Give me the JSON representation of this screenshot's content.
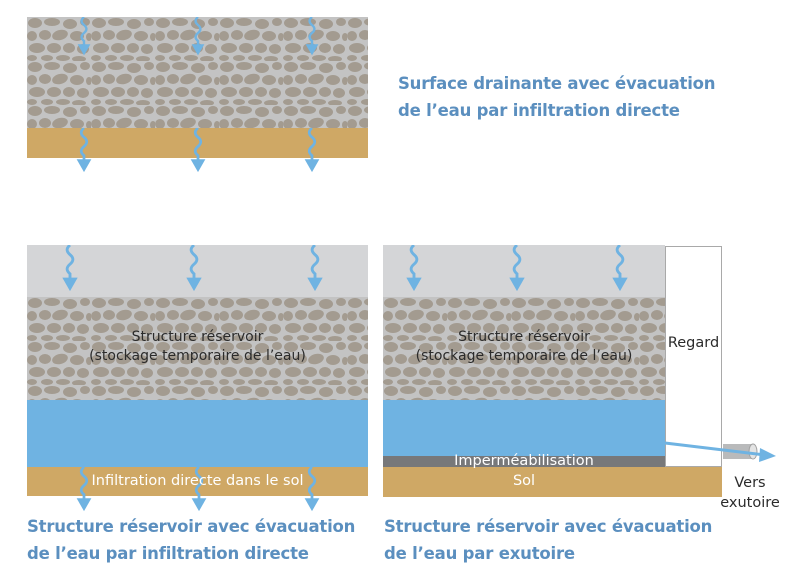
{
  "panels": [
    {
      "caption": [
        "Surface drainante avec évacuation",
        "de l’eau par infiltration directe"
      ]
    },
    {
      "caption": [
        "Structure réservoir avec évacuation",
        "de l’eau par infiltration directe"
      ],
      "reservoir_label": [
        "Structure réservoir",
        "(stockage temporaire de l’eau)"
      ],
      "soil_label": "Infiltration directe dans le sol"
    },
    {
      "caption": [
        "Structure réservoir avec évacuation",
        "de l’eau par exutoire"
      ],
      "reservoir_label": [
        "Structure réservoir",
        "(stockage temporaire de l’eau)"
      ],
      "seal_label": "Imperméabilisation",
      "soil_label": "Sol",
      "manhole_label": "Regard",
      "outlet_label": [
        "Vers",
        "exutoire"
      ]
    }
  ],
  "colors": {
    "water": "#6fb3e2",
    "sand": "#cfa865",
    "gravel": "#c3c3c3",
    "stone": "#a39b90",
    "caption": "#5b8fbf"
  }
}
